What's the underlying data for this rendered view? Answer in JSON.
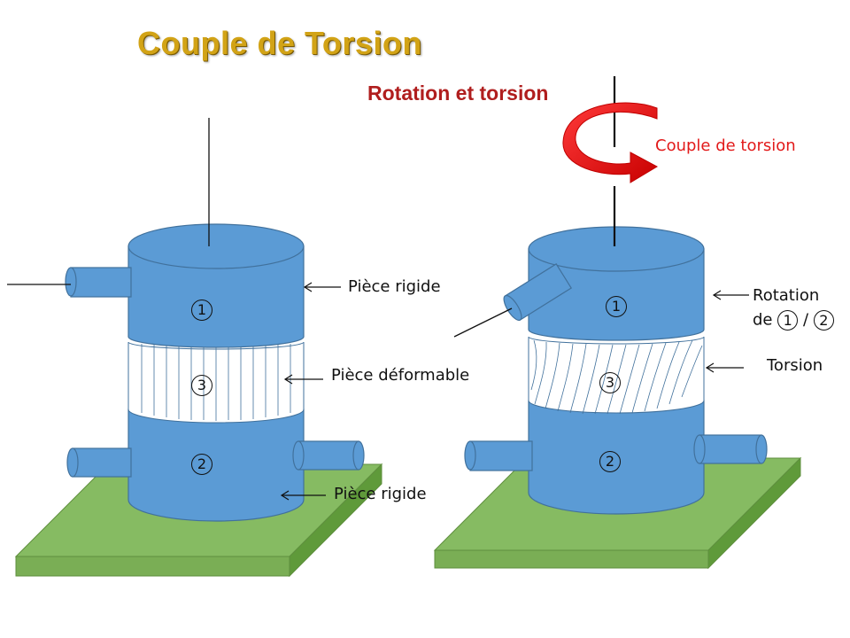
{
  "title": "Couple de Torsion",
  "subtitle": "Rotation et torsion",
  "labels": {
    "left_top_rigid": "Pièce rigide",
    "left_deformable": "Pièce déformable",
    "left_bottom_rigid": "Pièce rigide",
    "right_couple": "Couple de torsion",
    "right_rotation": "Rotation",
    "right_rotation_de": "de",
    "right_rotation_sep": "/",
    "right_torsion": "Torsion"
  },
  "markers": {
    "one": "1",
    "two": "2",
    "three": "3"
  },
  "colors": {
    "cylinder_blue": "#5b9bd5",
    "cylinder_outline": "#41719c",
    "base_green": "#86bb62",
    "base_side": "#6fa34a",
    "arrow_red": "#e31a1a",
    "title_gold": "#d2a316",
    "subtitle_red": "#b01e1e"
  }
}
